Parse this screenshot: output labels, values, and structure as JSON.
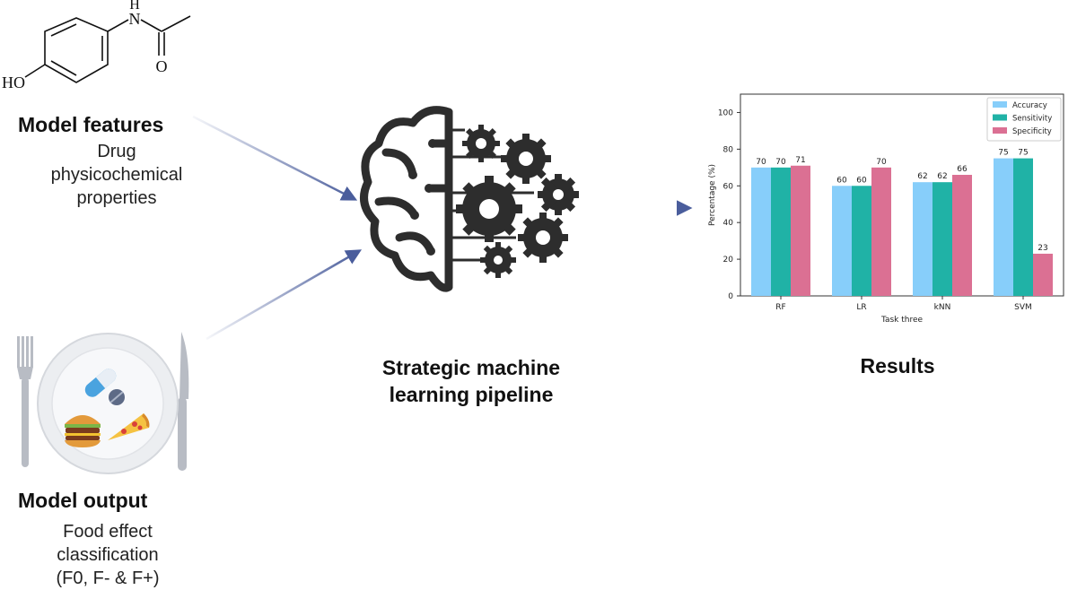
{
  "features": {
    "title": "Model features",
    "desc_lines": [
      "Drug",
      "physicochemical",
      "properties"
    ]
  },
  "molecule": {
    "h": "H",
    "n": "N",
    "o": "O",
    "ho": "HO"
  },
  "output": {
    "title": "Model output",
    "desc_lines": [
      "Food effect",
      "classification",
      "(F0, F- & F+)"
    ]
  },
  "pipeline": {
    "title_lines": [
      "Strategic machine",
      "learning pipeline"
    ]
  },
  "results": {
    "title": "Results"
  },
  "chart_data": {
    "type": "bar",
    "categories": [
      "RF",
      "LR",
      "kNN",
      "SVM"
    ],
    "series": [
      {
        "name": "Accuracy",
        "values": [
          70,
          60,
          62,
          75
        ],
        "color": "#87cefa"
      },
      {
        "name": "Sensitivity",
        "values": [
          70,
          60,
          62,
          75
        ],
        "color": "#20b2a6"
      },
      {
        "name": "Specificity",
        "values": [
          71,
          70,
          66,
          23
        ],
        "color": "#db7093"
      }
    ],
    "data_labels": [
      [
        "70",
        "60",
        "62",
        "75"
      ],
      [
        "70",
        "60",
        "62",
        "75"
      ],
      [
        "71",
        "70",
        "66",
        "23"
      ]
    ],
    "xlabel": "Task three",
    "ylabel": "Percentage (%)",
    "ylim": [
      0,
      110
    ],
    "yticks": [
      0,
      20,
      40,
      60,
      80,
      100
    ],
    "grid": false,
    "legend": "top-right"
  },
  "colors": {
    "arrow": "#4a5d9c",
    "icon": "#2d2d2d",
    "text": "#111111"
  }
}
